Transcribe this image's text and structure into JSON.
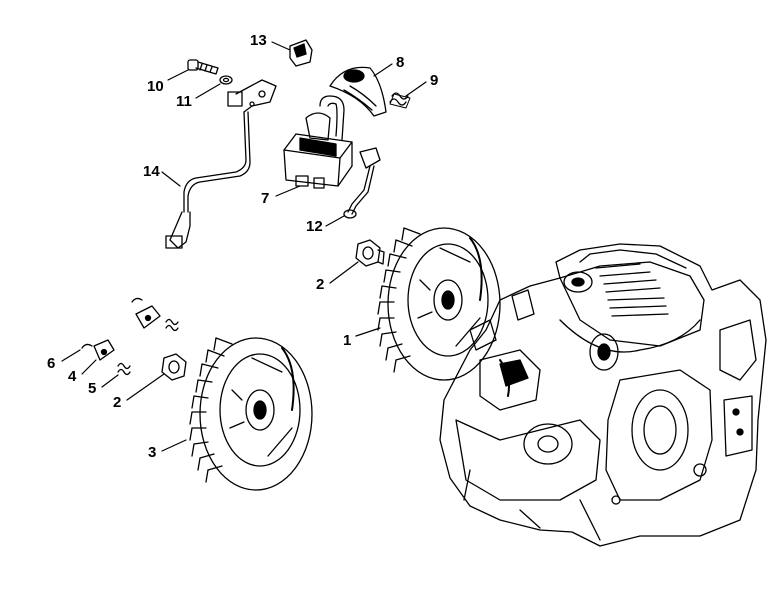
{
  "callouts": [
    {
      "id": "c13",
      "text": "13"
    },
    {
      "id": "c10",
      "text": "10"
    },
    {
      "id": "c11",
      "text": "11"
    },
    {
      "id": "c8",
      "text": "8"
    },
    {
      "id": "c9",
      "text": "9"
    },
    {
      "id": "c14",
      "text": "14"
    },
    {
      "id": "c7",
      "text": "7"
    },
    {
      "id": "c12",
      "text": "12"
    },
    {
      "id": "c2a",
      "text": "2"
    },
    {
      "id": "c1",
      "text": "1"
    },
    {
      "id": "c6",
      "text": "6"
    },
    {
      "id": "c4",
      "text": "4"
    },
    {
      "id": "c5",
      "text": "5"
    },
    {
      "id": "c2b",
      "text": "2"
    },
    {
      "id": "c3",
      "text": "3"
    }
  ]
}
